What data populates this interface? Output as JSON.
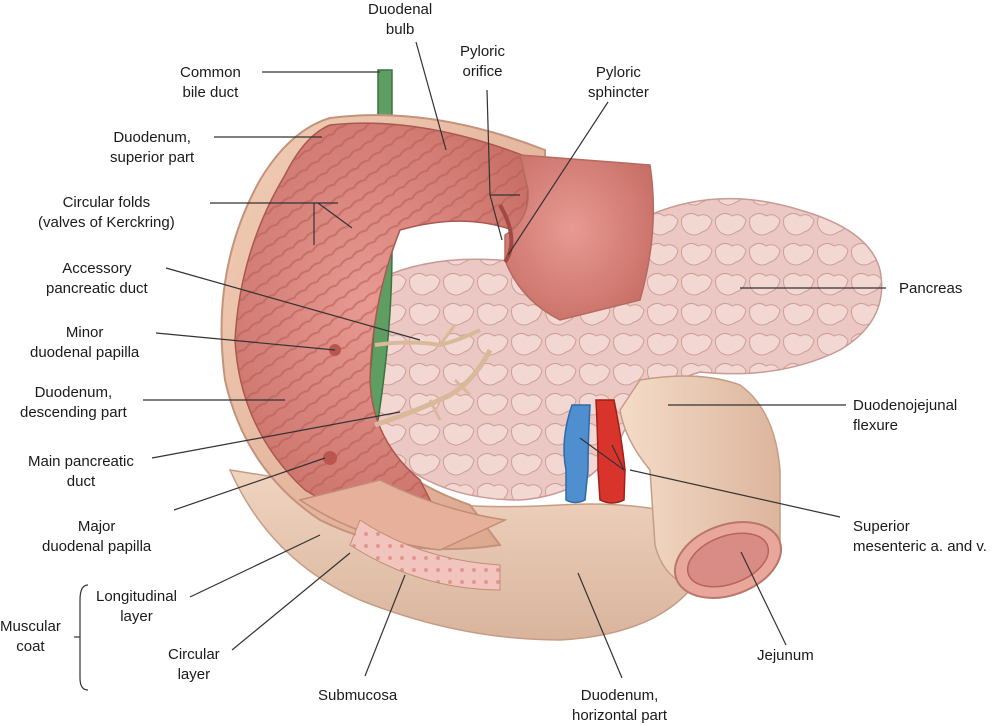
{
  "labels": {
    "duodenal_bulb": [
      "Duodenal",
      "bulb"
    ],
    "pyloric_orifice": [
      "Pyloric",
      "orifice"
    ],
    "pyloric_sphincter": [
      "Pyloric",
      "sphincter"
    ],
    "common_bile_duct": [
      "Common",
      "bile duct"
    ],
    "duodenum_superior": [
      "Duodenum,",
      "superior part"
    ],
    "circular_folds": [
      "Circular folds",
      "(valves of Kerckring)"
    ],
    "accessory_pancreatic_duct": [
      "Accessory",
      "pancreatic duct"
    ],
    "minor_papilla": [
      "Minor",
      "duodenal papilla"
    ],
    "duodenum_descending": [
      "Duodenum,",
      "descending part"
    ],
    "main_pancreatic_duct": [
      "Main pancreatic",
      "duct"
    ],
    "major_papilla": [
      "Major",
      "duodenal papilla"
    ],
    "muscular_coat": [
      "Muscular",
      "coat"
    ],
    "longitudinal_layer": [
      "Longitudinal",
      "layer"
    ],
    "circular_layer": [
      "Circular",
      "layer"
    ],
    "submucosa": "Submucosa",
    "duodenum_horizontal": [
      "Duodenum,",
      "horizontal part"
    ],
    "jejunum": "Jejunum",
    "superior_mesenteric": [
      "Superior",
      "mesenteric a. and v."
    ],
    "duodenojejunal_flexure": [
      "Duodenojejunal",
      "flexure"
    ],
    "pancreas": "Pancreas"
  },
  "colors": {
    "mucosa": "#d9847d",
    "mucosa_dark": "#b9574f",
    "wall": "#e8b59b",
    "serosa": "#efcfb8",
    "pancreas": "#e9c3bf",
    "bile_duct": "#5f9e63",
    "artery": "#d9342b",
    "vein": "#4f8fcf",
    "leader_line": "#333333"
  }
}
